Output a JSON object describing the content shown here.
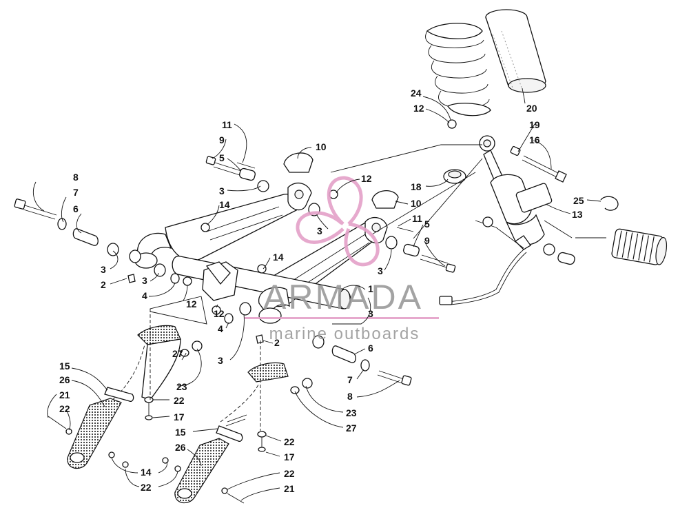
{
  "watermark": {
    "brand": "ARMADA",
    "tagline": "marine outboards"
  },
  "callouts": [
    {
      "id": "c8a",
      "label": "8"
    },
    {
      "id": "c7a",
      "label": "7"
    },
    {
      "id": "c6a",
      "label": "6"
    },
    {
      "id": "c3a",
      "label": "3"
    },
    {
      "id": "c2a",
      "label": "2"
    },
    {
      "id": "c3b",
      "label": "3"
    },
    {
      "id": "c4a",
      "label": "4"
    },
    {
      "id": "c12a",
      "label": "12"
    },
    {
      "id": "c11a",
      "label": "11"
    },
    {
      "id": "c9a",
      "label": "9"
    },
    {
      "id": "c5a",
      "label": "5"
    },
    {
      "id": "c3c",
      "label": "3"
    },
    {
      "id": "c14a",
      "label": "14"
    },
    {
      "id": "c10a",
      "label": "10"
    },
    {
      "id": "c12b",
      "label": "12"
    },
    {
      "id": "c10b",
      "label": "10"
    },
    {
      "id": "c3d",
      "label": "3"
    },
    {
      "id": "c11b",
      "label": "11"
    },
    {
      "id": "c5b",
      "label": "5"
    },
    {
      "id": "c9b",
      "label": "9"
    },
    {
      "id": "c3e",
      "label": "3"
    },
    {
      "id": "c14b",
      "label": "14"
    },
    {
      "id": "c1",
      "label": "1"
    },
    {
      "id": "c3f",
      "label": "3"
    },
    {
      "id": "c12c",
      "label": "12"
    },
    {
      "id": "c4b",
      "label": "4"
    },
    {
      "id": "c3g",
      "label": "3"
    },
    {
      "id": "c2b",
      "label": "2"
    },
    {
      "id": "c6b",
      "label": "6"
    },
    {
      "id": "c7b",
      "label": "7"
    },
    {
      "id": "c8b",
      "label": "8"
    },
    {
      "id": "c24",
      "label": "24"
    },
    {
      "id": "c12d",
      "label": "12"
    },
    {
      "id": "c20",
      "label": "20"
    },
    {
      "id": "c19",
      "label": "19"
    },
    {
      "id": "c16",
      "label": "16"
    },
    {
      "id": "c18",
      "label": "18"
    },
    {
      "id": "c25",
      "label": "25"
    },
    {
      "id": "c13",
      "label": "13"
    },
    {
      "id": "c15a",
      "label": "15"
    },
    {
      "id": "c26a",
      "label": "26"
    },
    {
      "id": "c21a",
      "label": "21"
    },
    {
      "id": "c22a",
      "label": "22"
    },
    {
      "id": "c27a",
      "label": "27"
    },
    {
      "id": "c23a",
      "label": "23"
    },
    {
      "id": "c22b",
      "label": "22"
    },
    {
      "id": "c17a",
      "label": "17"
    },
    {
      "id": "c23b",
      "label": "23"
    },
    {
      "id": "c27b",
      "label": "27"
    },
    {
      "id": "c15b",
      "label": "15"
    },
    {
      "id": "c22c",
      "label": "22"
    },
    {
      "id": "c17b",
      "label": "17"
    },
    {
      "id": "c26b",
      "label": "26"
    },
    {
      "id": "c14c",
      "label": "14"
    },
    {
      "id": "c22d",
      "label": "22"
    },
    {
      "id": "c22e",
      "label": "22"
    },
    {
      "id": "c21b",
      "label": "21"
    }
  ],
  "colors": {
    "watermark_pink": "#e4a0c8",
    "ink": "#111111"
  }
}
